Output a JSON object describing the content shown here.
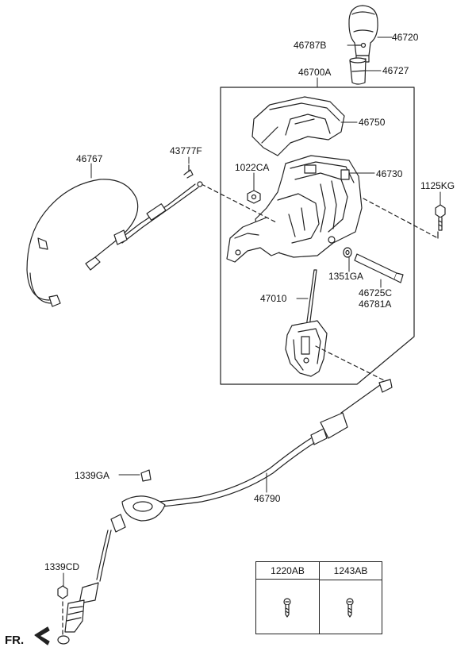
{
  "parts": {
    "p46720": "46720",
    "p46787B": "46787B",
    "p46727": "46727",
    "p46700A": "46700A",
    "p46750": "46750",
    "p46767": "46767",
    "p43777F": "43777F",
    "p1022CA": "1022CA",
    "p46730": "46730",
    "p1125KG": "1125KG",
    "p1351GA": "1351GA",
    "p47010": "47010",
    "p46725C": "46725C",
    "p46781A": "46781A",
    "p1339GA": "1339GA",
    "p46790": "46790",
    "p1339CD": "1339CD"
  },
  "front_marker": "FR.",
  "legend": {
    "col1": "1220AB",
    "col2": "1243AB"
  }
}
